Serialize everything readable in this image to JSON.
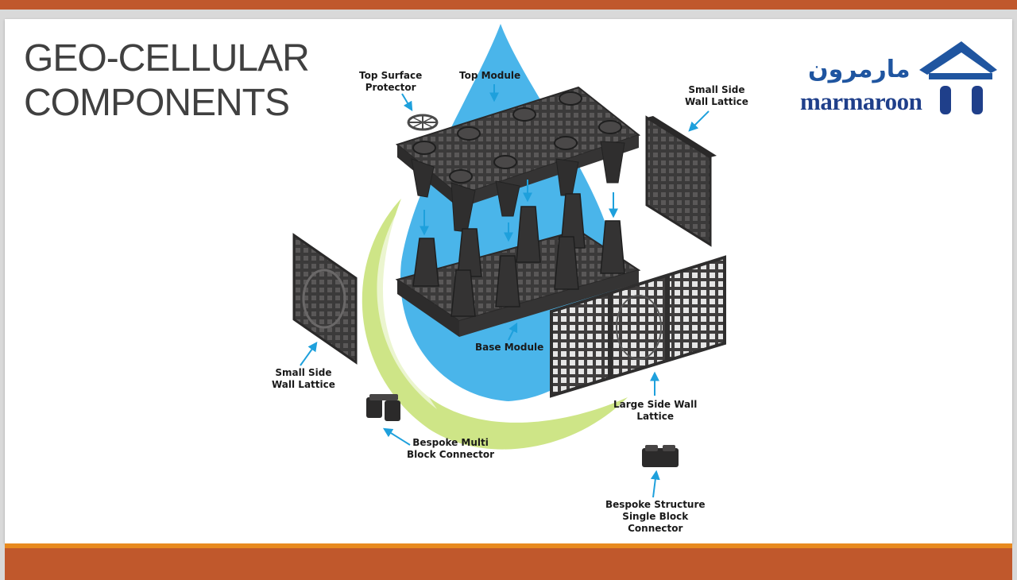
{
  "title": {
    "line1": "GEO-CELLULAR",
    "line2": "COMPONENTS"
  },
  "logo": {
    "arabic": "مارمرون",
    "latin": "marmaroon"
  },
  "labels": {
    "top_surface_protector": [
      "Top Surface",
      "Protector"
    ],
    "top_module": [
      "Top Module"
    ],
    "small_side_wall_top": [
      "Small Side",
      "Wall Lattice"
    ],
    "base_module": [
      "Base Module"
    ],
    "small_side_wall_left": [
      "Small Side",
      "Wall Lattice"
    ],
    "large_side_wall": [
      "Large Side Wall",
      "Lattice"
    ],
    "multi_block_connector": [
      "Bespoke Multi",
      "Block  Connector"
    ],
    "single_block_connector": [
      "Bespoke Structure",
      "Single Block",
      "Connector"
    ]
  },
  "colors": {
    "bar": "#c0582c",
    "accent": "#e88a1f",
    "title": "#404040",
    "drop": "#2aa8e6",
    "leaf": "#c9e27a",
    "component": "#3b3a3a",
    "logo": "#1f55a0"
  }
}
